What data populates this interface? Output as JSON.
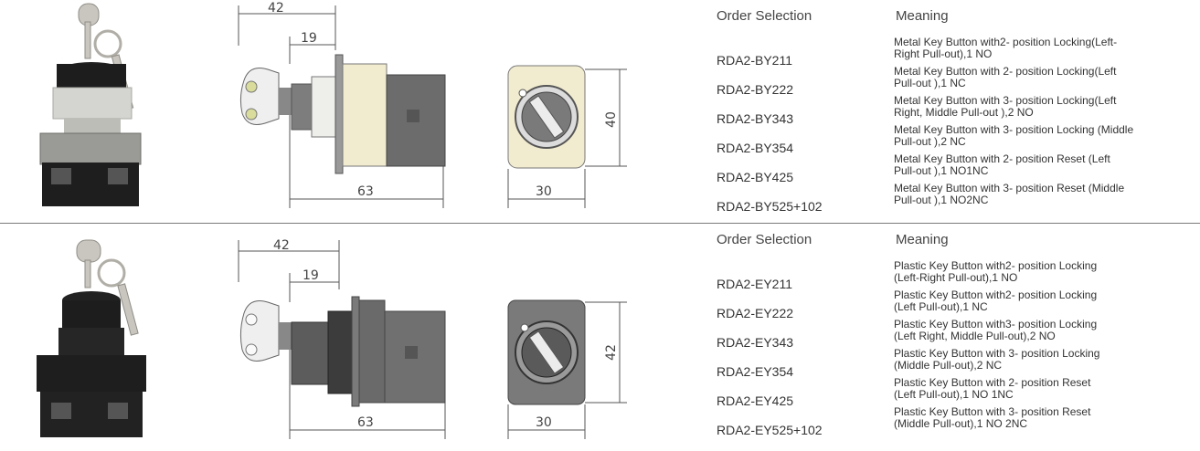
{
  "sections": [
    {
      "dims": {
        "total_depth": "42",
        "key_length": "19",
        "body_length": "63",
        "width": "30",
        "height": "40"
      },
      "header_order": "Order Selection",
      "header_meaning": "Meaning",
      "items": [
        {
          "code": "RDA2-BY211",
          "line1": "Metal Key Button with2- position Locking(Left-",
          "line2": "Right Pull-out),1 NO"
        },
        {
          "code": "RDA2-BY222",
          "line1": "Metal Key Button with 2- position Locking(Left",
          "line2": "Pull-out ),1 NC"
        },
        {
          "code": "RDA2-BY343",
          "line1": "Metal Key Button with 3- position Locking(Left",
          "line2": "Right, Middle Pull-out ),2 NO"
        },
        {
          "code": "RDA2-BY354",
          "line1": "Metal Key Button with 3- position Locking (Middle",
          "line2": "Pull-out ),2 NC"
        },
        {
          "code": "RDA2-BY425",
          "line1": "Metal Key Button with 2- position Reset (Left",
          "line2": "Pull-out ),1 NO1NC"
        },
        {
          "code": "RDA2-BY525+102",
          "line1": "Metal Key Button with 3- position Reset (Middle",
          "line2": "Pull-out ),1 NO2NC"
        }
      ]
    },
    {
      "dims": {
        "total_depth": "42",
        "key_length": "19",
        "body_length": "63",
        "width": "30",
        "height": "42"
      },
      "header_order": "Order Selection",
      "header_meaning": "Meaning",
      "items": [
        {
          "code": "RDA2-EY211",
          "line1": "Plastic Key Button with2- position Locking",
          "line2": "(Left-Right Pull-out),1 NO"
        },
        {
          "code": "RDA2-EY222",
          "line1": "Plastic Key Button with2- position Locking",
          "line2": "(Left Pull-out),1 NC"
        },
        {
          "code": "RDA2-EY343",
          "line1": "Plastic Key Button with3- position Locking",
          "line2": "(Left Right, Middle Pull-out),2 NO"
        },
        {
          "code": "RDA2-EY354",
          "line1": "Plastic Key Button with 3- position Locking",
          "line2": "(Middle Pull-out),2 NC"
        },
        {
          "code": "RDA2-EY425",
          "line1": "Plastic Key Button with 2- position Reset",
          "line2": "(Left Pull-out),1 NO 1NC"
        },
        {
          "code": "RDA2-EY525+102",
          "line1": "Plastic Key Button with 3- position Reset",
          "line2": "(Middle Pull-out),1 NO 2NC"
        }
      ]
    }
  ]
}
